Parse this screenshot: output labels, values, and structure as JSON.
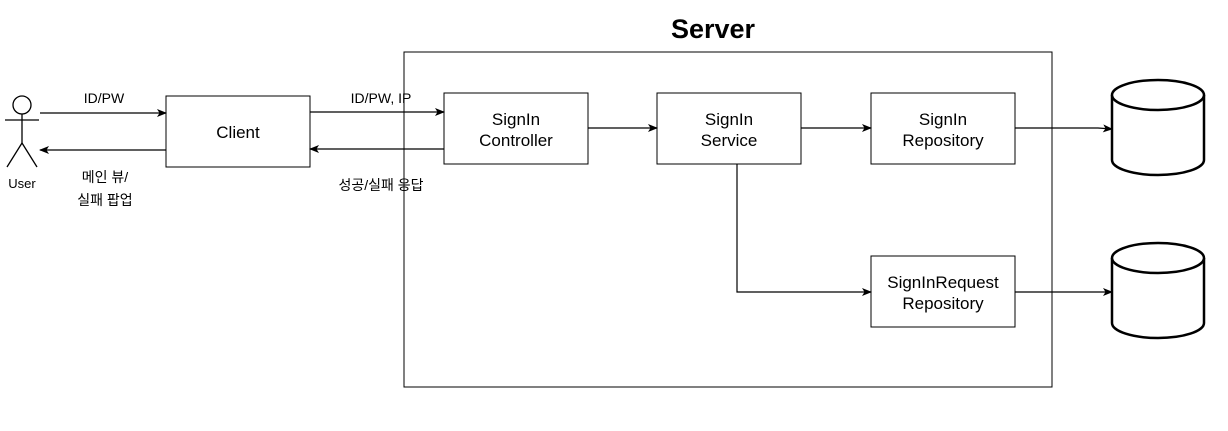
{
  "server": {
    "title": "Server"
  },
  "actor": {
    "label": "User"
  },
  "nodes": {
    "client": {
      "label": "Client"
    },
    "signin_controller": {
      "line1": "SignIn",
      "line2": "Controller"
    },
    "signin_service": {
      "line1": "SignIn",
      "line2": "Service"
    },
    "signin_repository": {
      "line1": "SignIn",
      "line2": "Repository"
    },
    "signin_request_repository": {
      "line1": "SignInRequest",
      "line2": "Repository"
    }
  },
  "edges": {
    "user_to_client": "ID/PW",
    "client_to_user_line1": "메인 뷰/",
    "client_to_user_line2": "실패 팝업",
    "client_to_controller": "ID/PW, IP",
    "controller_to_client": "성공/실패 응답"
  }
}
